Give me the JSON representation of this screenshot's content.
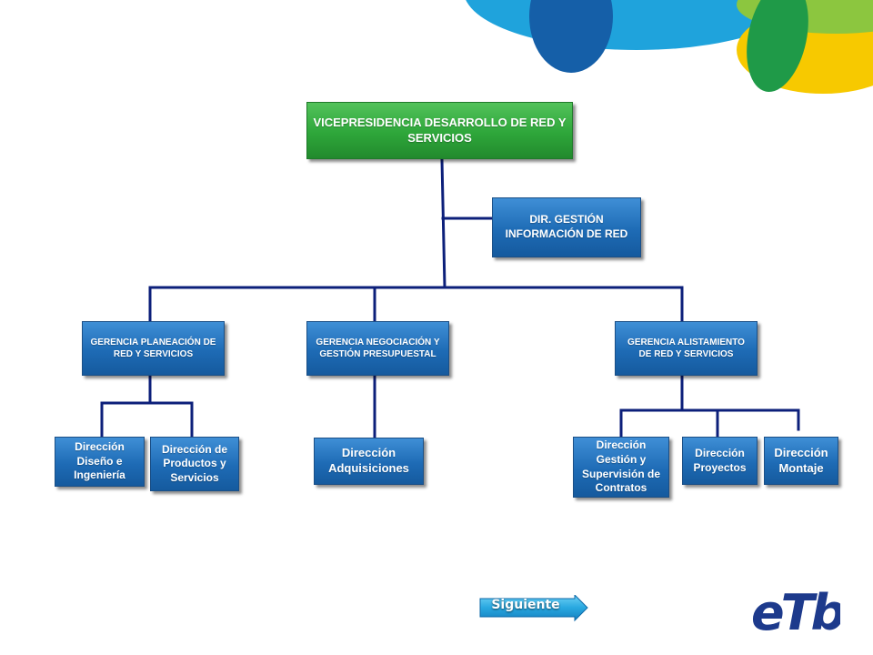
{
  "colors": {
    "connector": "#0c1f7a",
    "box_blue": "#1e6bb5",
    "box_green": "#2ea63a",
    "logo": "#1d3a8c"
  },
  "nodes": {
    "vp": "VICEPRESIDENCIA  DESARROLLO DE RED Y SERVICIOS",
    "dir_gestion_info": "DIR. GESTIÓN INFORMACIÓN DE RED",
    "ger_planeacion": "GERENCIA PLANEACIÓN DE RED Y SERVICIOS",
    "ger_negociacion": "GERENCIA NEGOCIACIÓN Y GESTIÓN PRESUPUESTAL",
    "ger_alistamiento": "GERENCIA ALISTAMIENTO DE RED Y SERVICIOS",
    "dir_diseno": "Dirección Diseño e Ingeniería",
    "dir_productos": "Dirección de Productos y Servicios",
    "dir_adquisiciones": "Dirección Adquisiciones",
    "dir_gestion_contratos": "Dirección Gestión y Supervisión de Contratos",
    "dir_proyectos": "Dirección Proyectos",
    "dir_montaje": "Dirección Montaje"
  },
  "navigation": {
    "next_label": "Siguiente",
    "next_icon": "arrow-right-icon"
  },
  "branding": {
    "logo_text": "eTb"
  }
}
